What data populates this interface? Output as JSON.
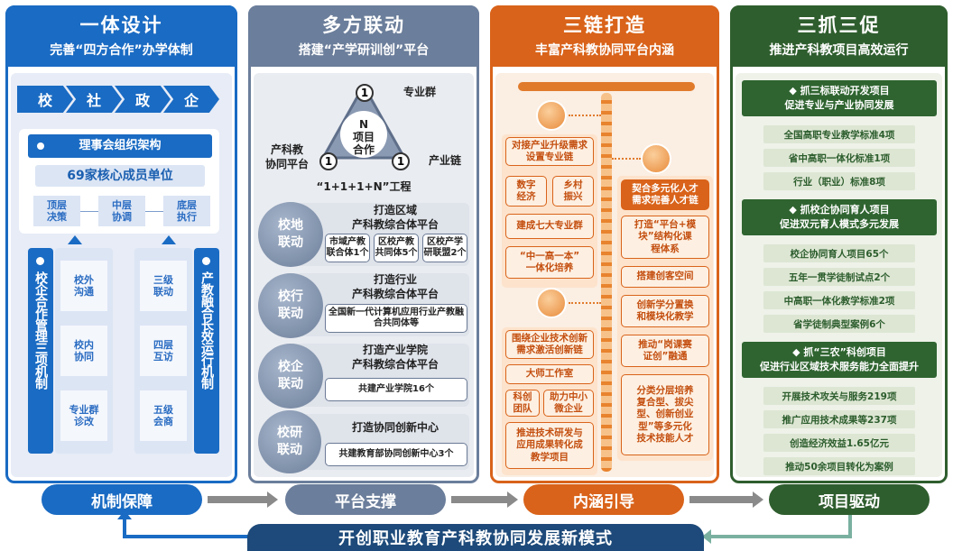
{
  "col1": {
    "title": "一体设计",
    "subtitle": "完善“四方合作”办学体制",
    "chevrons": [
      "校",
      "社",
      "政",
      "企"
    ],
    "council": "理事会组织架构",
    "members": "69家核心成员单位",
    "levels": [
      "顶层\n决策",
      "中层\n协调",
      "底层\n执行"
    ],
    "left_label": "校企合作管理三项机制",
    "left_items": [
      "校外\n沟通",
      "校内\n协同",
      "专业群\n诊改"
    ],
    "right_items": [
      "三级\n联动",
      "四层\n互访",
      "五级\n会商"
    ],
    "right_label": "产教融合长效运行机制",
    "colors": {
      "main": "#1a6bc3",
      "light": "#e3e9f5"
    }
  },
  "col2": {
    "title": "多方联动",
    "subtitle": "搭建“产学研训创”平台",
    "center": "N\n项目\n合作",
    "badges": [
      "1",
      "1",
      "1"
    ],
    "labels": {
      "top": "专业群",
      "left": "产科教\n协同平台",
      "right": "产业链"
    },
    "formula": "“1+1+1+N”工程",
    "rows": [
      {
        "circle": "校地\n联动",
        "title": "打造区域\n产科教综合体平台",
        "boxes": [
          "市域产教\n联合体1个",
          "区校产教\n共同体5个",
          "区校产学\n研联盟2个"
        ]
      },
      {
        "circle": "校行\n联动",
        "title": "打造行业\n产科教综合体平台",
        "boxes": [
          "全国新一代计算机应用行业产教融\n合共同体等"
        ]
      },
      {
        "circle": "校企\n联动",
        "title": "打造产业学院\n产科教综合体平台",
        "boxes": [
          "共建产业学院16个"
        ]
      },
      {
        "circle": "校研\n联动",
        "title": "打造协同创新中心",
        "boxes": [
          "共建教育部协同创新中心3个"
        ]
      }
    ],
    "colors": {
      "main": "#6b7e9b"
    }
  },
  "col3": {
    "title": "三链打造",
    "subtitle": "丰富产科教协同平台内涵",
    "left_group1": {
      "head": "对接产业升级需求\n设置专业链",
      "items": [
        "数字\n经济",
        "乡村\n振兴",
        "建成七大专业群",
        "“中一高一本”\n一体化培养"
      ]
    },
    "left_group2": {
      "head": "围绕企业技术创新\n需求激活创新链",
      "items": [
        "大师工作室",
        "科创\n团队",
        "助力中小\n微企业",
        "推进技术研发与\n应用成果转化成\n教学项目"
      ]
    },
    "right_group": {
      "head": "契合多元化人才\n需求完善人才链",
      "items": [
        "打造“平台+模\n块”结构化课\n程体系",
        "搭建创客空间",
        "创新学分置换\n和模块化教学",
        "推动“岗课赛\n证创”融通",
        "分类分层培养\n复合型、拔尖\n型、创新创业\n型”等多元化\n技术技能人才"
      ]
    },
    "colors": {
      "main": "#d9631a"
    }
  },
  "col4": {
    "title": "三抓三促",
    "subtitle": "推进产科教项目高效运行",
    "groups": [
      {
        "head": "◆ 抓三标联动开发项目\n促进专业与产业协同发展",
        "items": [
          "全国高职专业教学标准4项",
          "省中高职一体化标准1项",
          "行业（职业）标准8项"
        ]
      },
      {
        "head": "◆ 抓校企协同育人项目\n促进双元育人模式多元发展",
        "items": [
          "校企协同育人项目65个",
          "五年一贯学徒制试点2个",
          "中高职一体化教学标准2项",
          "省学徒制典型案例6个"
        ]
      },
      {
        "head": "◆ 抓“三农”科创项目\n促进行业区域技术服务能力全面提升",
        "items": [
          "开展技术攻关与服务219项",
          "推广应用技术成果等237项",
          "创造经济效益1.65亿元",
          "推动50余项目转化为案例"
        ]
      }
    ],
    "colors": {
      "main": "#2f5e2e"
    }
  },
  "bottom": {
    "pills": [
      "机制保障",
      "平台支撑",
      "内涵引导",
      "项目驱动"
    ],
    "banner": "开创职业教育产科教协同发展新模式",
    "colors": {
      "banner": "#1d4a7a"
    }
  }
}
